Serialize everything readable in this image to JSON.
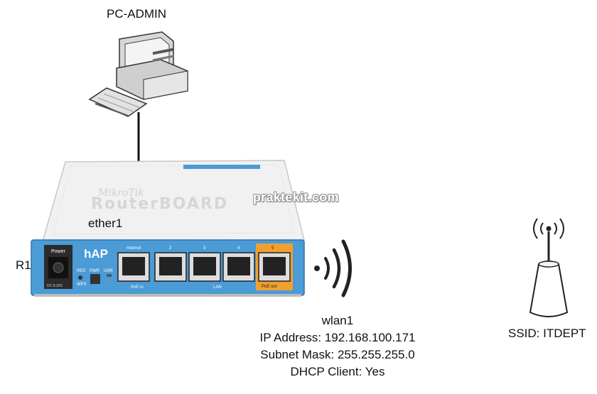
{
  "pc": {
    "label": "PC-ADMIN"
  },
  "router": {
    "name": "R1",
    "port_label": "ether1",
    "brand": "MikroTik",
    "board": "RouterBOARD",
    "model": "hAP",
    "panel": {
      "power": "Power",
      "res": "RES",
      "wps": "WPS",
      "pwr": "PWR",
      "usr": "USR",
      "internet": "Internet",
      "port_numbers": [
        "2",
        "3",
        "4",
        "5"
      ],
      "poe_in": "PoE in",
      "lan": "LAN",
      "poe_out": "PoE out",
      "dc_in": "DC 8-30V"
    },
    "accent_color": "#4a9bd6"
  },
  "watermark": "praktekit.com",
  "wlan": {
    "name": "wlan1",
    "ip_address": "IP Address: 192.168.100.171",
    "subnet_mask": "Subnet Mask: 255.255.255.0",
    "dhcp_client": "DHCP Client: Yes"
  },
  "access_point": {
    "ssid": "SSID: ITDEPT"
  }
}
